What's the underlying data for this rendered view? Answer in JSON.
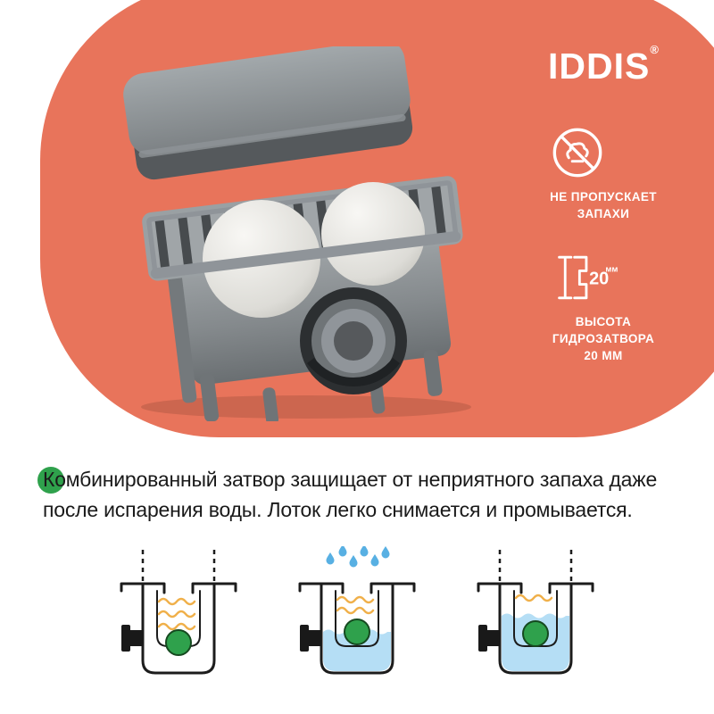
{
  "brand": {
    "name": "IDDIS",
    "registered": "®"
  },
  "panel": {
    "badges": [
      {
        "name": "no-odor",
        "line1": "НЕ ПРОПУСКАЕТ",
        "line2": "ЗАПАХИ"
      },
      {
        "name": "water-seal-height",
        "icon_value": "20",
        "icon_unit": "мм",
        "line1": "ВЫСОТА",
        "line2": "ГИДРОЗАТВОРА",
        "line3": "20 ММ"
      }
    ]
  },
  "description": {
    "line1": "Комбинированный затвор защищает от неприятного запаха даже",
    "line2": "после испарения воды. Лоток легко снимается и промывается."
  },
  "figures": [
    {
      "name": "trap-dry-odor-blocked"
    },
    {
      "name": "trap-refilling-with-water"
    },
    {
      "name": "trap-water-seal-active"
    }
  ],
  "colors": {
    "accent_coral": "#e8745b",
    "text_dark": "#1a1a1a",
    "ball_green": "#2fa14c",
    "odor_orange": "#f0b04a",
    "water_blue": "#b5def5",
    "water_blue_deep": "#58b0e3",
    "product_gray": "#8f9499",
    "white": "#ffffff"
  }
}
